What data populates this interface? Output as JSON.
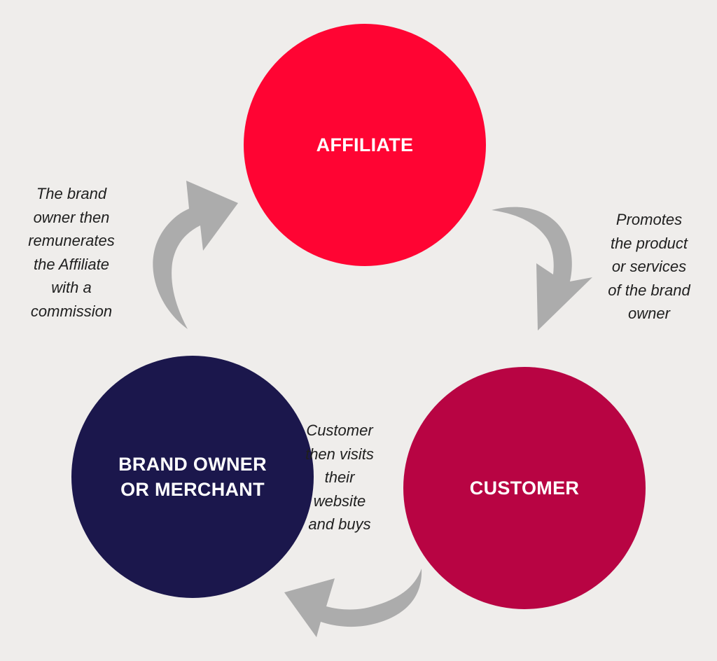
{
  "diagram": {
    "nodes": [
      {
        "id": "affiliate",
        "label": "AFFILIATE",
        "color": "#ff0433"
      },
      {
        "id": "brand",
        "label": "BRAND OWNER\nOR MERCHANT",
        "color": "#1b174c"
      },
      {
        "id": "customer",
        "label": "CUSTOMER",
        "color": "#b80443"
      }
    ],
    "steps": [
      {
        "from": "brand",
        "to": "affiliate",
        "text": "The brand\nowner then\nremunerates\nthe Affiliate\nwith a\ncommission"
      },
      {
        "from": "affiliate",
        "to": "customer",
        "text": "Promotes\nthe product\nor services\nof the brand\nowner"
      },
      {
        "from": "customer",
        "to": "brand",
        "text": "Customer\nthen visits\ntheir\nwebsite\nand buys"
      }
    ],
    "arrow_color": "#acacac"
  }
}
